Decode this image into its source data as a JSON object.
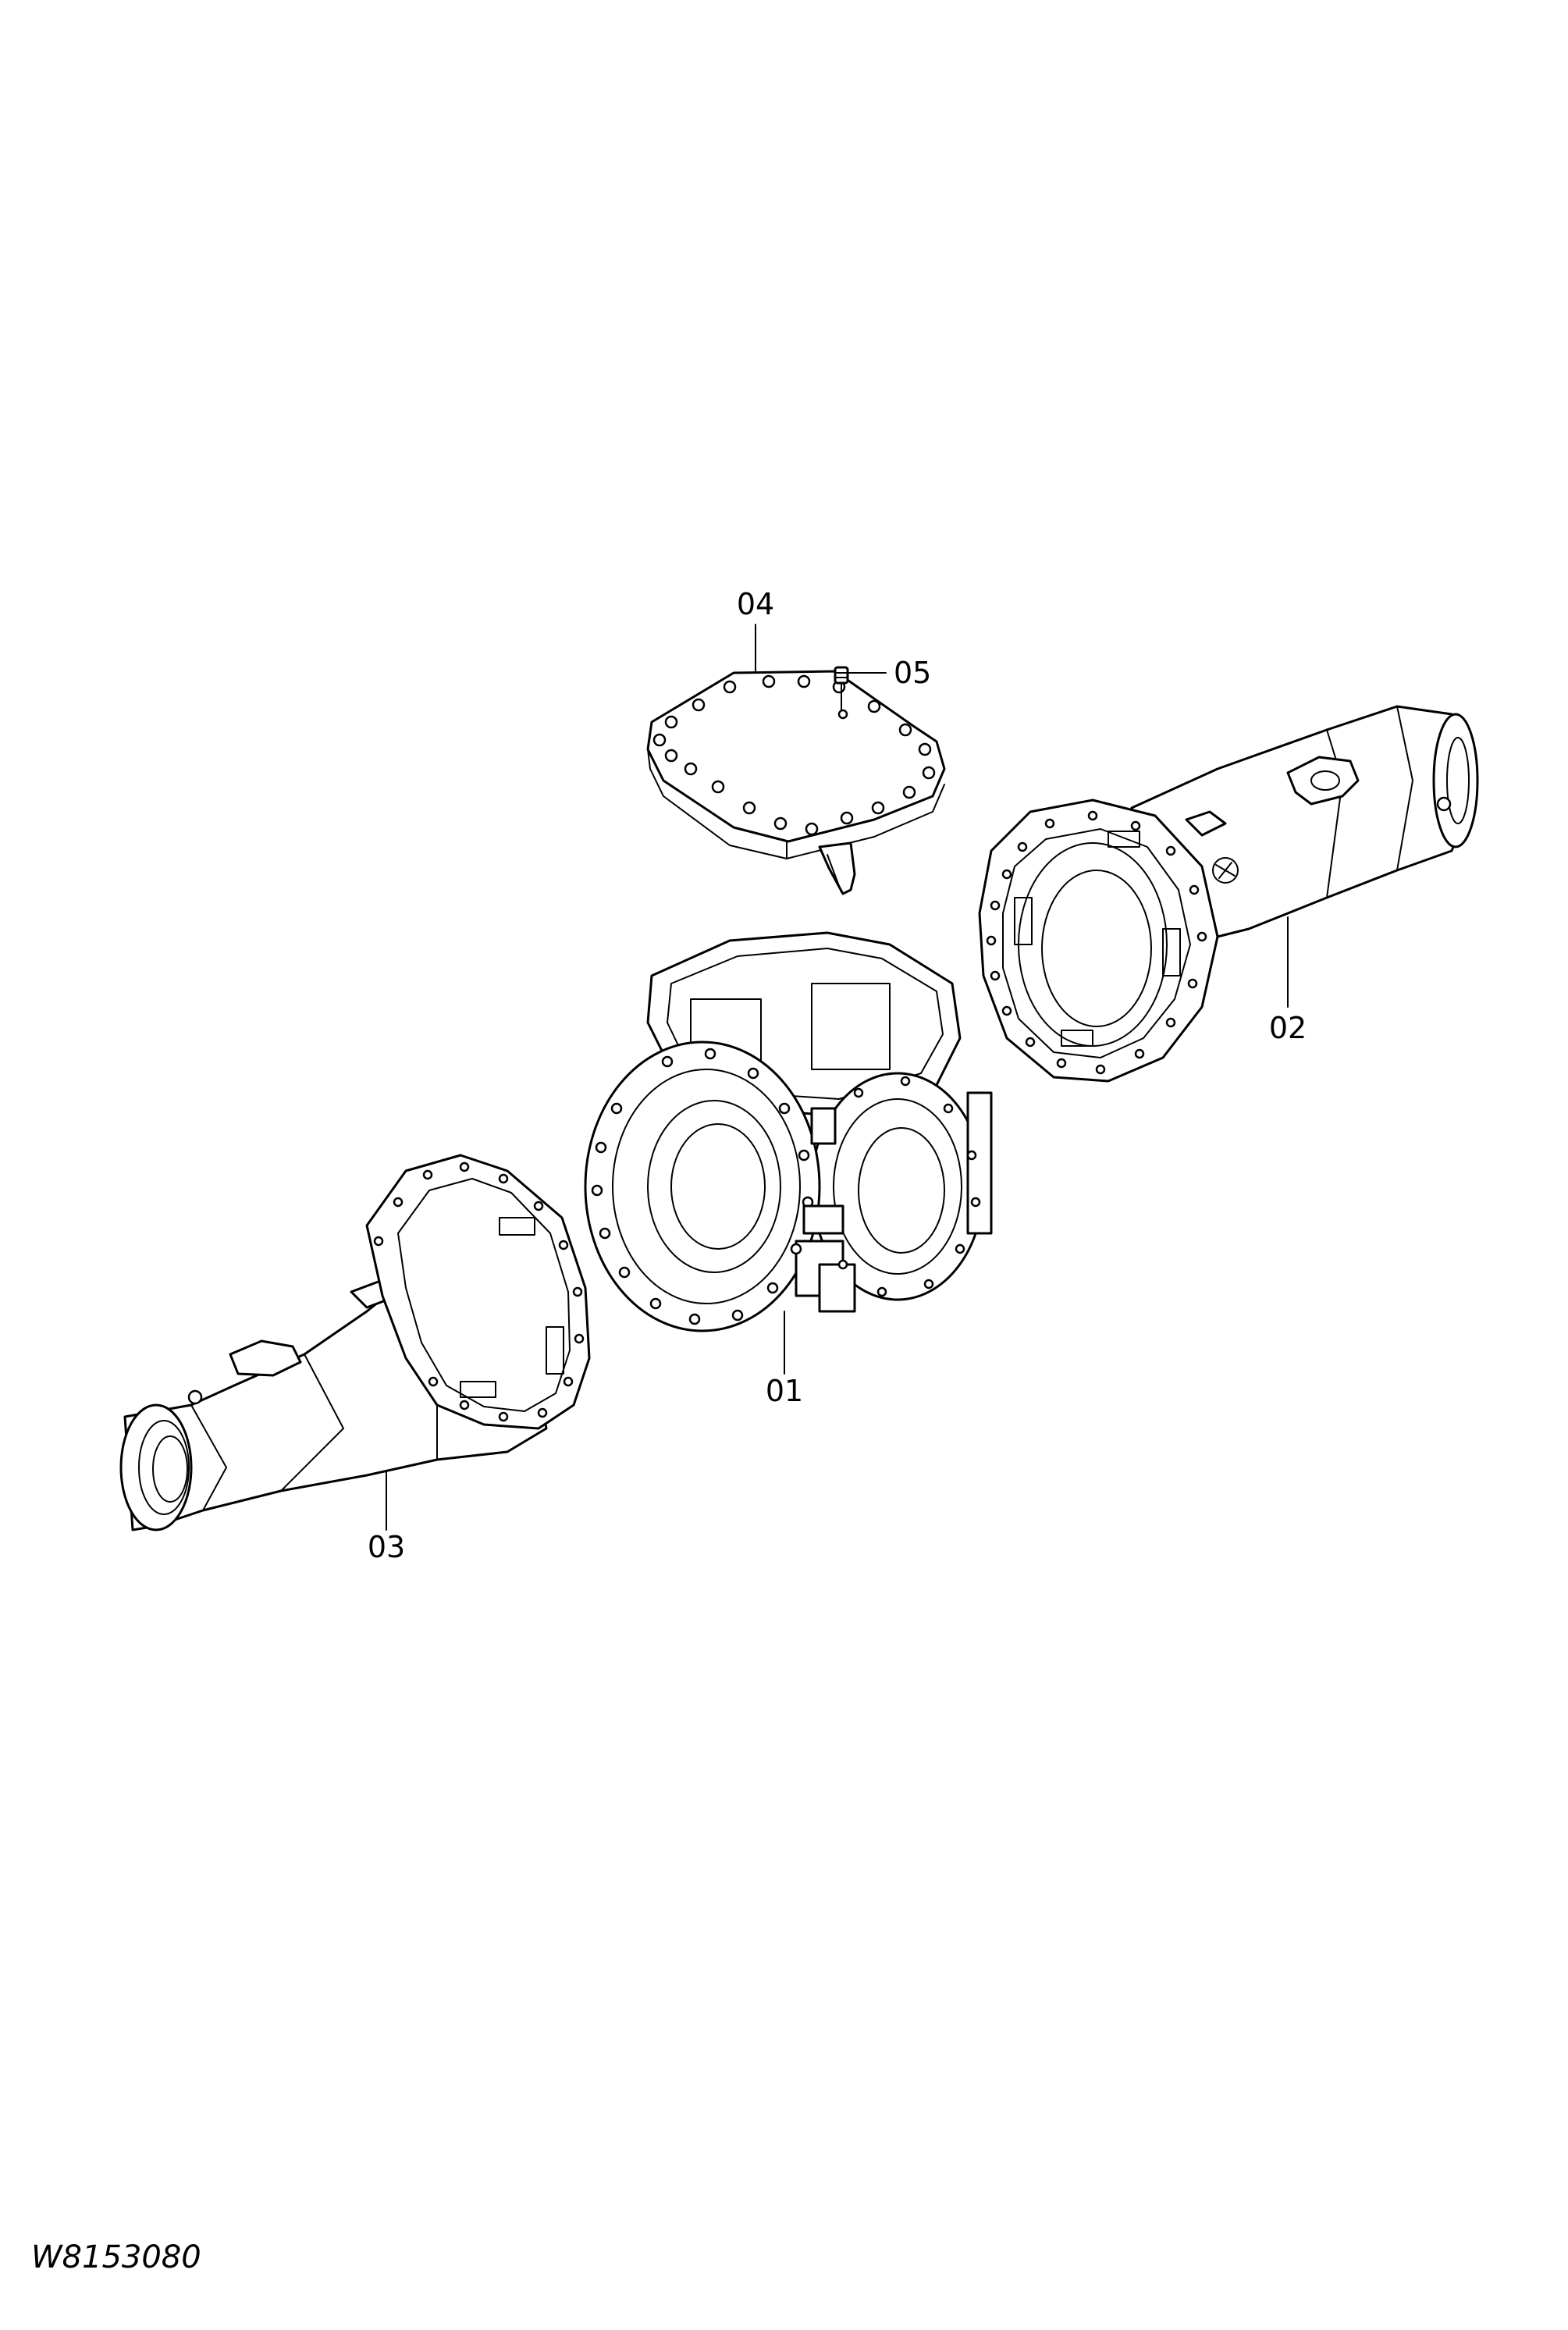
{
  "drawing_code": "W8153080",
  "callouts": [
    {
      "id": "04",
      "label": "04"
    },
    {
      "id": "05",
      "label": "05"
    },
    {
      "id": "02",
      "label": "02"
    },
    {
      "id": "01",
      "label": "01"
    },
    {
      "id": "03",
      "label": "03"
    }
  ]
}
